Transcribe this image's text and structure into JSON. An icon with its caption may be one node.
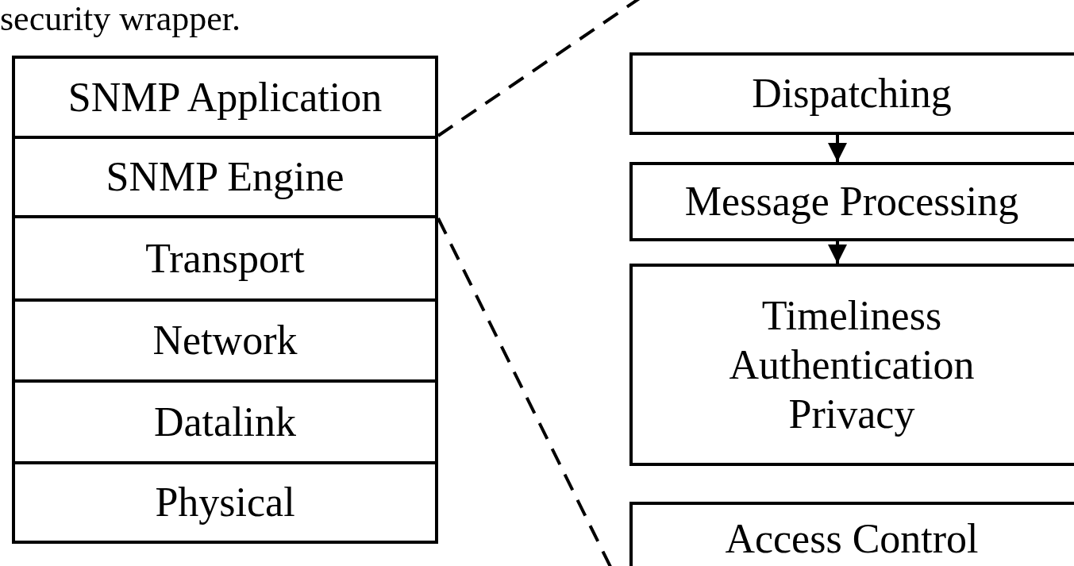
{
  "diagram": {
    "nodes": [
      {
        "text": [
          "SNMP Application"
        ]
      },
      {
        "text": [
          "SNMP Engine"
        ]
      },
      {
        "text": [
          "Transport"
        ]
      },
      {
        "text": [
          "Network"
        ]
      },
      {
        "text": [
          "Datalink"
        ]
      },
      {
        "text": [
          "Physical"
        ]
      },
      {
        "text": [
          "Dispatching"
        ]
      },
      {
        "text": [
          "Message Processing"
        ]
      },
      {
        "text": [
          "Timeliness",
          "Authentication",
          "Privacy"
        ]
      },
      {
        "text": [
          "Access Control"
        ]
      }
    ],
    "edges": [
      {
        "from": 6,
        "to": 7,
        "arrow": "to"
      },
      {
        "from": 7,
        "to": 8,
        "arrow": "to"
      },
      {
        "from": 1,
        "to": null,
        "arrow": "none",
        "style": "dashed"
      },
      {
        "from": 1,
        "to": null,
        "arrow": "none",
        "style": "dashed"
      }
    ],
    "labels": [
      "security wrapper."
    ]
  }
}
